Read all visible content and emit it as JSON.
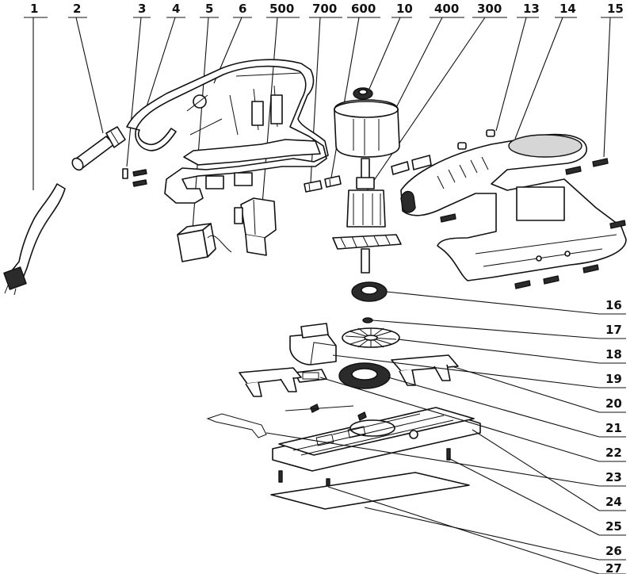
{
  "labels": {
    "l1": "1",
    "l2": "2",
    "l3": "3",
    "l4": "4",
    "l5": "5",
    "l6": "6",
    "l500": "500",
    "l700": "700",
    "l600": "600",
    "l10": "10",
    "l400": "400",
    "l300": "300",
    "l13": "13",
    "l14": "14",
    "l15": "15",
    "l16": "16",
    "l17": "17",
    "l18": "18",
    "l19": "19",
    "l20": "20",
    "l21": "21",
    "l22": "22",
    "l23": "23",
    "l24": "24",
    "l25": "25",
    "l26": "26",
    "l27": "27"
  }
}
